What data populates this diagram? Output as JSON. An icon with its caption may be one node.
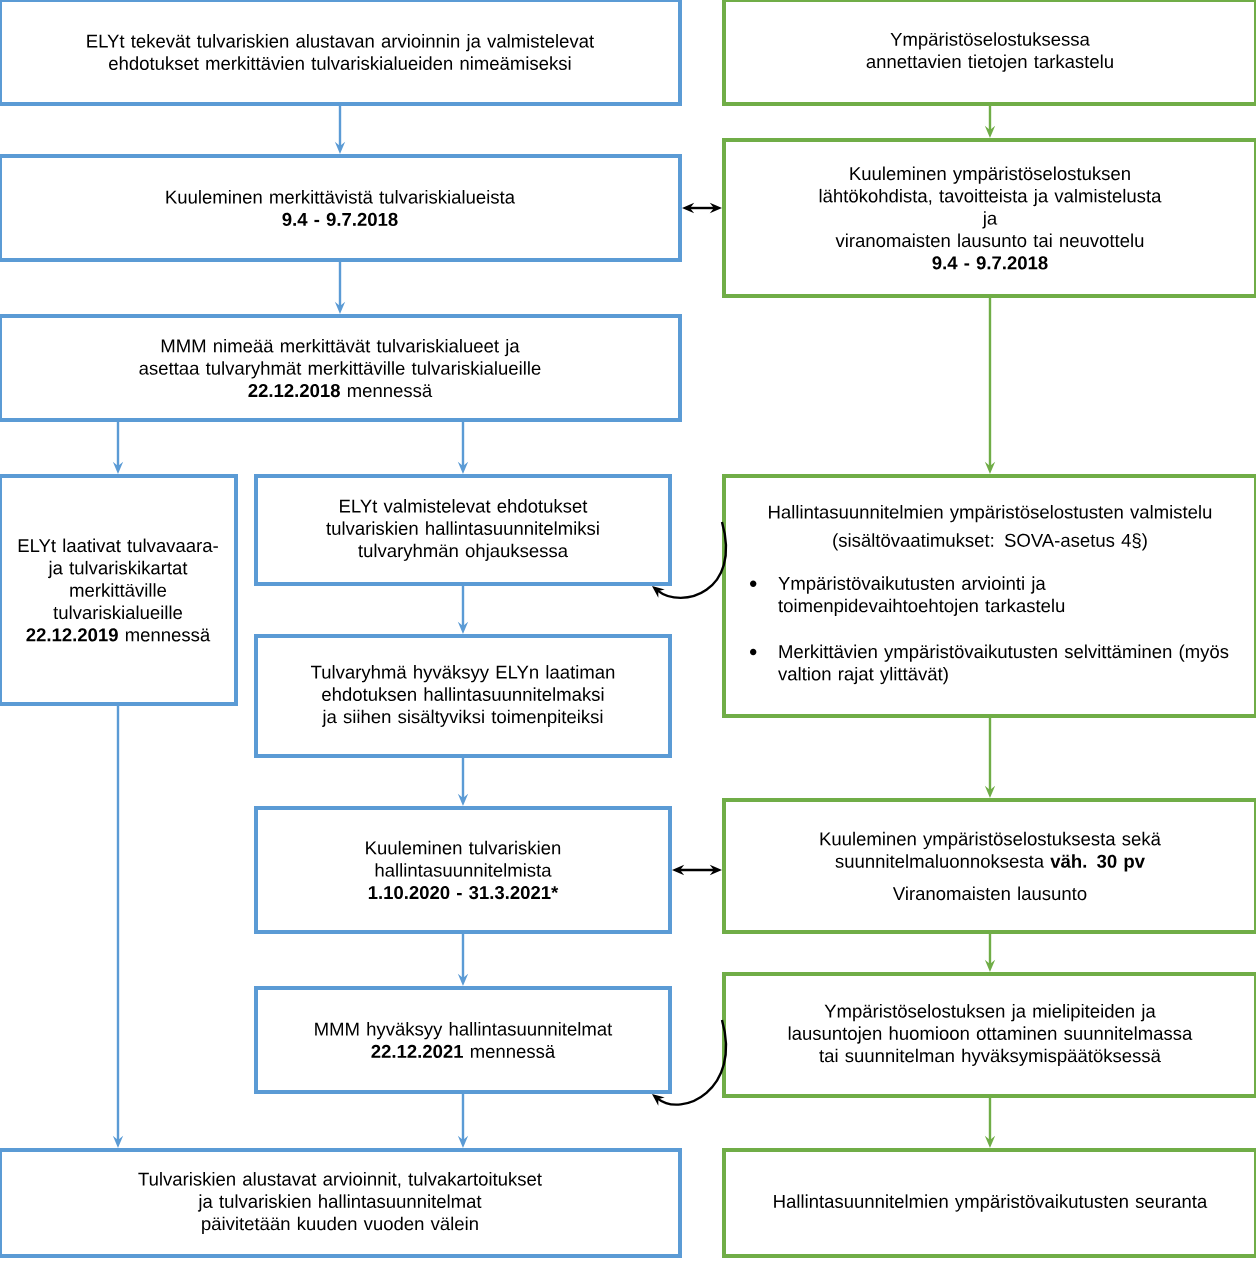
{
  "diagram": {
    "nodes": [
      {
        "text": [
          "ELYt tekevät tulvariskien alustavan arvioinnin ja valmistelevat ehdotukset merkittävien tulvariskialueiden nimeämiseksi"
        ]
      },
      {
        "text": [
          "Ympäristöselostuksessa annettavien tietojen tarkastelu"
        ]
      },
      {
        "text": [
          "Kuuleminen merkittävistä tulvariskialueista",
          "9.4 - 9.7.2018"
        ]
      },
      {
        "text": [
          "Kuuleminen ympäristöselostuksen lähtökohdista, tavoitteista ja valmistelusta",
          "ja",
          "viranomaisten lausunto tai neuvottelu",
          "9.4 - 9.7.2018"
        ]
      },
      {
        "text": [
          "MMM nimeää merkittävät tulvariskialueet ja asettaa tulvaryhmät merkittäville tulvariskialueille",
          "**22.12.2018** mennessä"
        ]
      },
      {
        "text": [
          "ELYt laativat tulvavaara- ja tulvariskikartat merkittäville tulvariskialueille",
          "**22.12.2019** mennessä"
        ]
      },
      {
        "text": [
          "ELYt valmistelevat ehdotukset tulvariskien hallintasuunnitelmiksi tulvaryhmän ohjauksessa"
        ]
      },
      {
        "text": [
          "Hallintasuunnitelmien ympäristöselostusten valmistelu",
          "(sisältövaatimukset: SOVA-asetus 4§)",
          "Ympäristövaikutusten arviointi ja toimenpidevaihtoehtojen tarkastelu",
          "Merkittävien ympäristövaikutusten selvittäminen (myös valtion rajat ylittävät)"
        ]
      },
      {
        "text": [
          "Tulvaryhmä hyväksyy ELYn laatiman ehdotuksen hallintasuunnitelmaksi ja siihen sisältyviksi toimenpiteiksi"
        ]
      },
      {
        "text": [
          "Kuuleminen tulvariskien hallintasuunnitelmista",
          "1.10.2020 - 31.3.2021*"
        ]
      },
      {
        "text": [
          "Kuuleminen ympäristöselostuksesta sekä suunnitelmaluonnoksesta **väh. 30 pv**",
          "Viranomaisten lausunto"
        ]
      },
      {
        "text": [
          "MMM hyväksyy hallintasuunnitelmat",
          "**22.12.2021** mennessä"
        ]
      },
      {
        "text": [
          "Ympäristöselostuksen ja mielipiteiden ja lausuntojen huomioon ottaminen suunnitelmassa tai suunnitelman hyväksymispäätöksessä"
        ]
      },
      {
        "text": [
          "Tulvariskien alustavat arvioinnit, tulvakartoitukset ja tulvariskien hallintasuunnitelmat päivitetään kuuden vuoden välein"
        ]
      },
      {
        "text": [
          "Hallintasuunnitelmien ympäristövaikutusten seuranta"
        ]
      }
    ],
    "edges": [
      {
        "from": 0,
        "to": 2,
        "arrow": "to"
      },
      {
        "from": 2,
        "to": 4,
        "arrow": "to"
      },
      {
        "from": 4,
        "to": 5,
        "arrow": "to"
      },
      {
        "from": 4,
        "to": 6,
        "arrow": "to"
      },
      {
        "from": 6,
        "to": 8,
        "arrow": "to"
      },
      {
        "from": 8,
        "to": 9,
        "arrow": "to"
      },
      {
        "from": 9,
        "to": 11,
        "arrow": "to"
      },
      {
        "from": 11,
        "to": 13,
        "arrow": "to"
      },
      {
        "from": 5,
        "to": 13,
        "arrow": "to"
      },
      {
        "from": 1,
        "to": 3,
        "arrow": "to",
        "color": "#70ad47"
      },
      {
        "from": 3,
        "to": 7,
        "arrow": "to",
        "color": "#70ad47"
      },
      {
        "from": 7,
        "to": 10,
        "arrow": "to",
        "color": "#70ad47"
      },
      {
        "from": 10,
        "to": 12,
        "arrow": "to",
        "color": "#70ad47"
      },
      {
        "from": 12,
        "to": 14,
        "arrow": "to",
        "color": "#70ad47"
      },
      {
        "from": 2,
        "to": 3,
        "arrow": "both",
        "color": "#000000"
      },
      {
        "from": 9,
        "to": 10,
        "arrow": "both",
        "color": "#000000"
      },
      {
        "from": 7,
        "to": 6,
        "arrow": "to",
        "color": "#000000"
      },
      {
        "from": 12,
        "to": 11,
        "arrow": "to",
        "color": "#000000"
      }
    ]
  }
}
